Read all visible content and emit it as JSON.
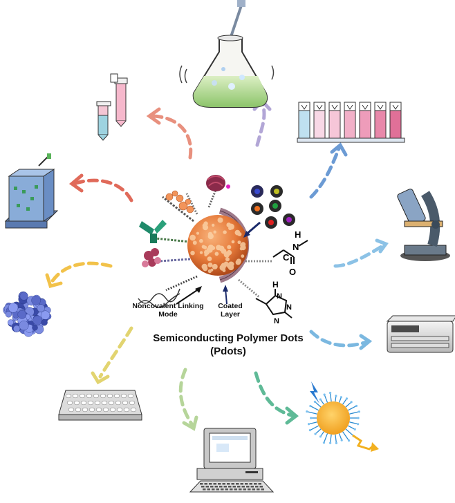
{
  "diagram": {
    "title_line1": "Semiconducting Polymer Dots",
    "title_line2": "(Pdots)",
    "label_noncovalent": "Noncovalent Linking Mode",
    "label_coated": "Coated Layer",
    "amide_labels": [
      "H",
      "N",
      "C",
      "O"
    ],
    "triazole_labels": [
      "H",
      "N",
      "N",
      "N"
    ]
  },
  "colors": {
    "pdot_core": "#e67a3a",
    "coated_layer": "#9e7a8a",
    "arrow_colors": [
      "#b2a6d6",
      "#e06a5a",
      "#f2c24a",
      "#d8d67a",
      "#b6d59a",
      "#5fba97",
      "#7bb8e0",
      "#6c9bd4"
    ]
  },
  "icons": [
    "shaking-flask-icon",
    "microcentrifuge-tubes-icon",
    "cuvette-rack-icon",
    "microfluidic-chip-icon",
    "microscope-icon",
    "protein-icon",
    "spectrometer-icon",
    "microplate-icon",
    "computer-icon",
    "excited-nanoparticle-icon"
  ]
}
